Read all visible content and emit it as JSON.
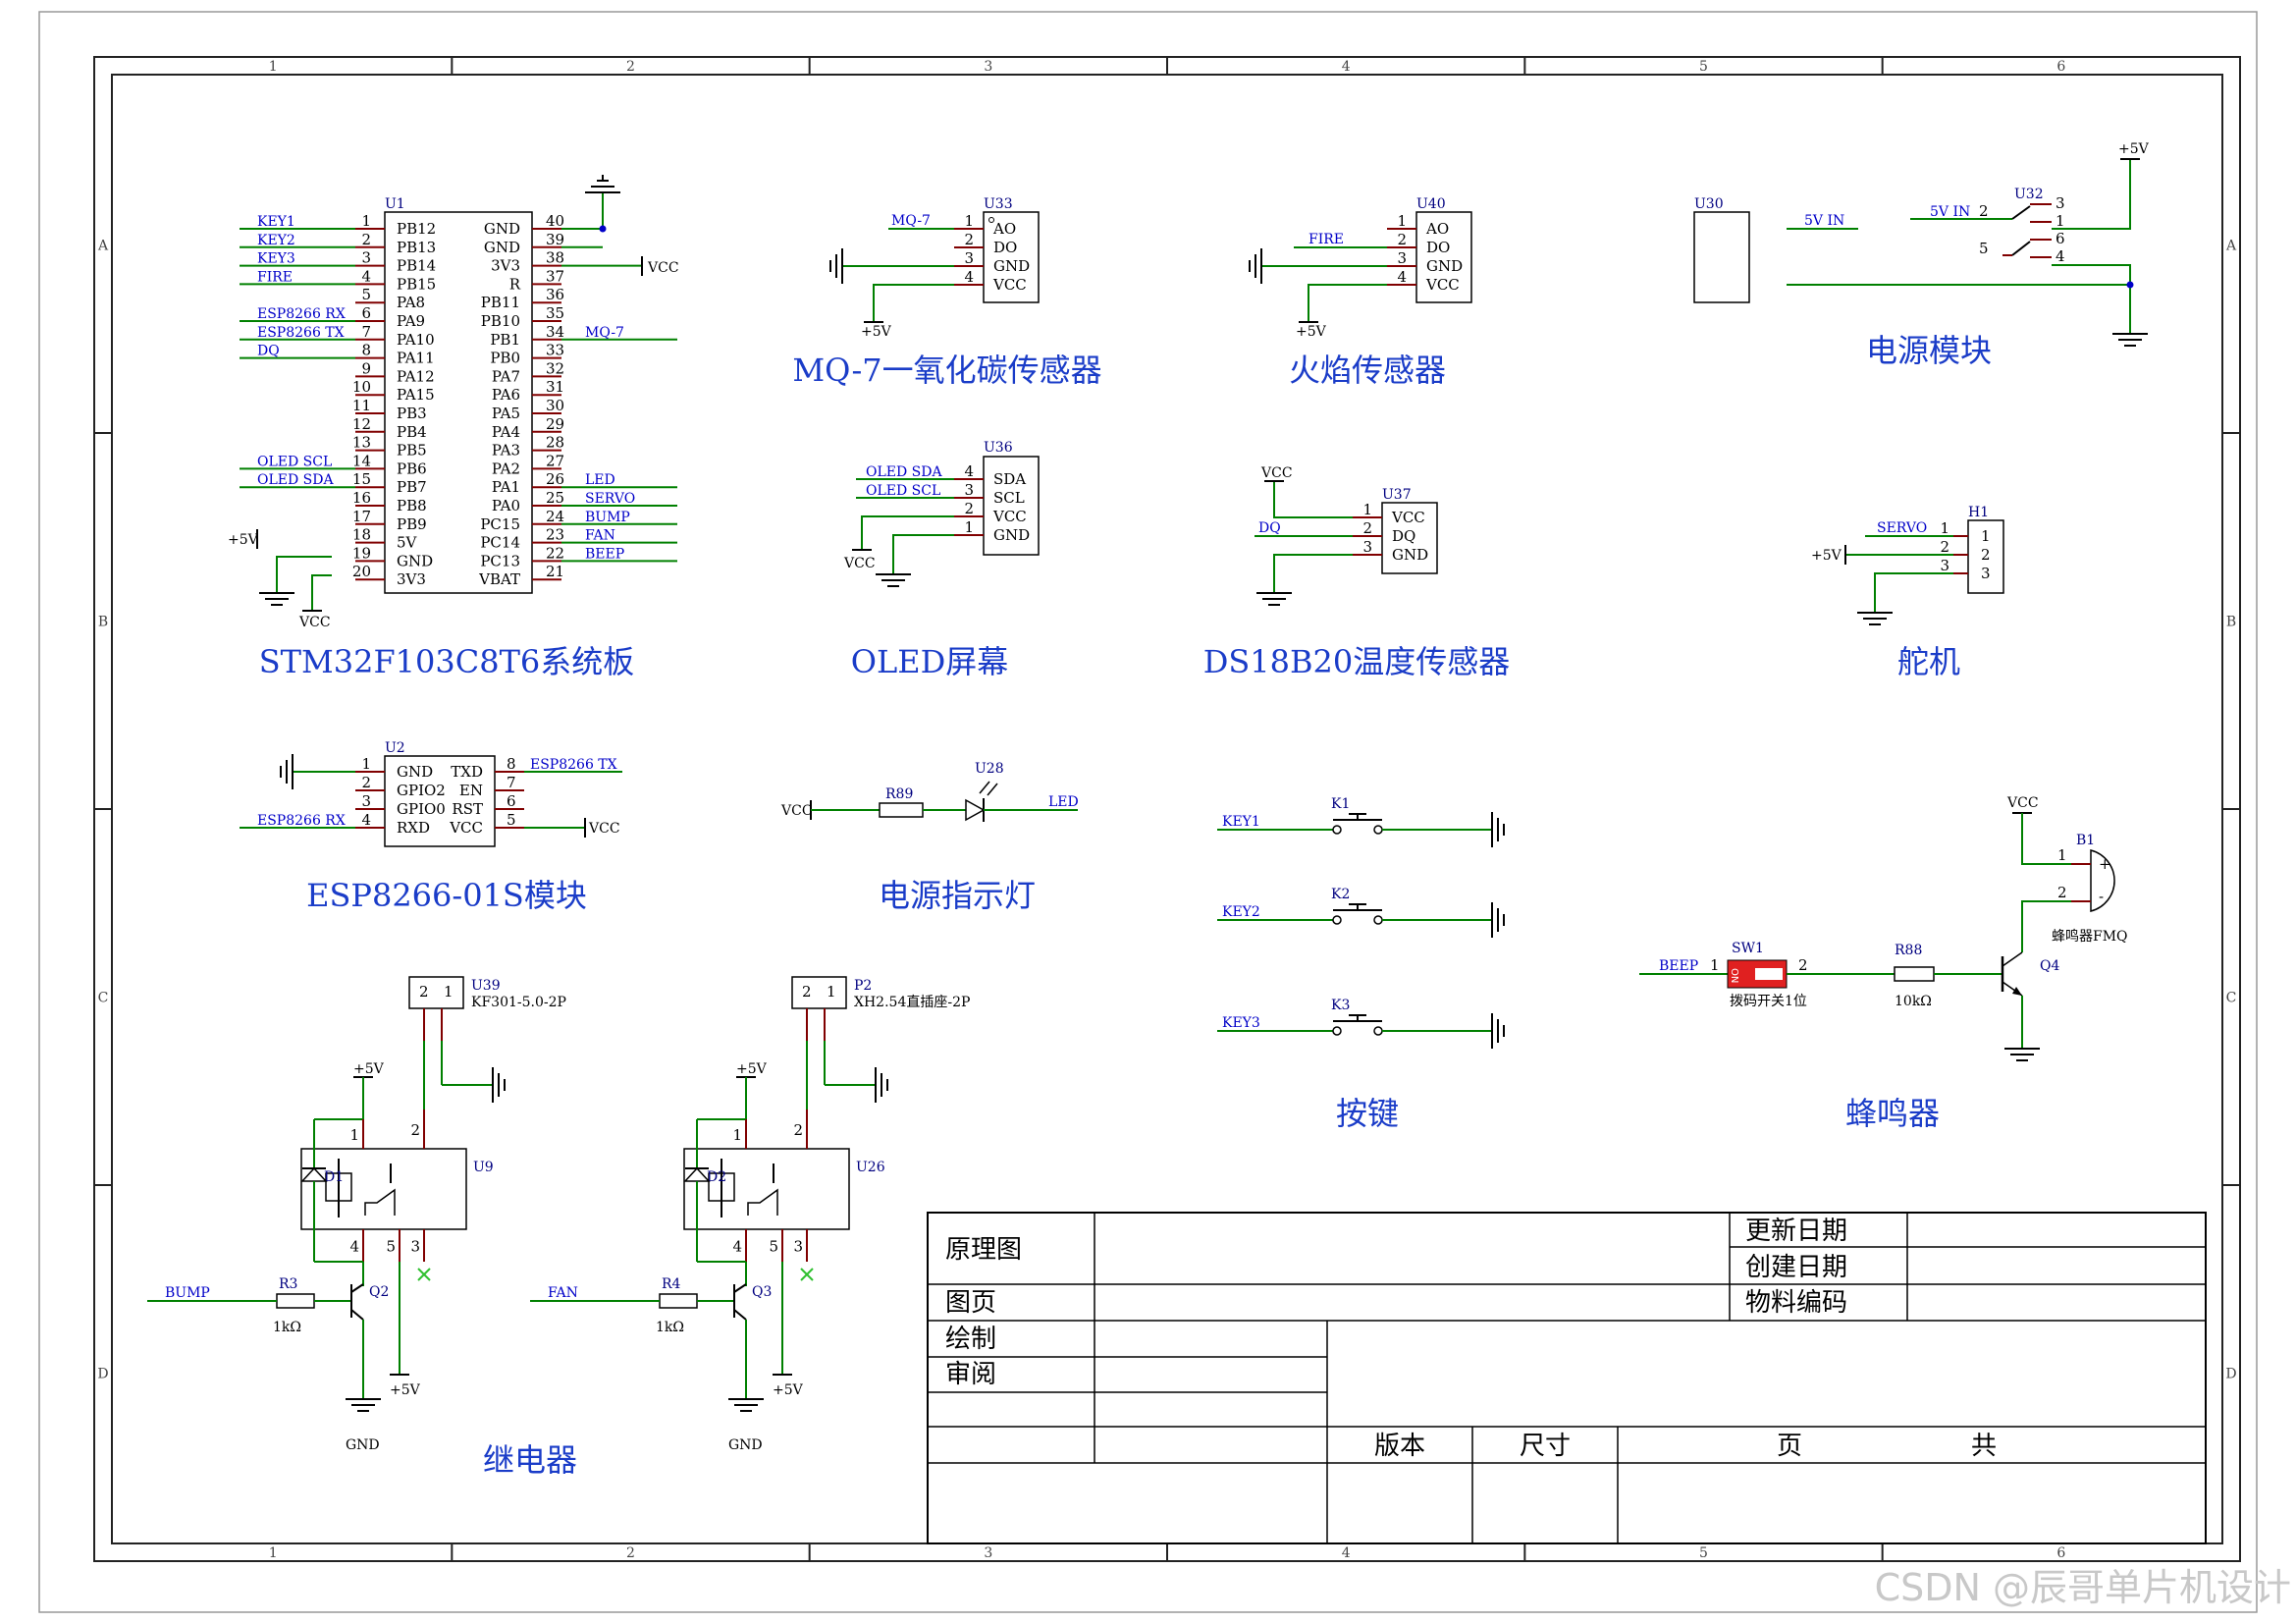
{
  "zones": {
    "columns": [
      "1",
      "2",
      "3",
      "4",
      "5",
      "6"
    ],
    "rows": [
      "A",
      "B",
      "C",
      "D"
    ]
  },
  "titles": {
    "stm32": "STM32F103C8T6系统板",
    "mq7": "MQ-7一氧化碳传感器",
    "fire": "火焰传感器",
    "power": "电源模块",
    "oled": "OLED屏幕",
    "ds18b20": "DS18B20温度传感器",
    "servo": "舵机",
    "esp": "ESP8266-01S模块",
    "led": "电源指示灯",
    "keys": "按键",
    "buzzer": "蜂鸣器",
    "relay": "继电器"
  },
  "u1": {
    "designator": "U1",
    "left_pins": [
      {
        "num": "1",
        "name": "PB12",
        "net": "KEY1"
      },
      {
        "num": "2",
        "name": "PB13",
        "net": "KEY2"
      },
      {
        "num": "3",
        "name": "PB14",
        "net": "KEY3"
      },
      {
        "num": "4",
        "name": "PB15",
        "net": "FIRE"
      },
      {
        "num": "5",
        "name": "PA8",
        "net": ""
      },
      {
        "num": "6",
        "name": "PA9",
        "net": "ESP8266 RX"
      },
      {
        "num": "7",
        "name": "PA10",
        "net": "ESP8266 TX"
      },
      {
        "num": "8",
        "name": "PA11",
        "net": "DQ"
      },
      {
        "num": "9",
        "name": "PA12",
        "net": ""
      },
      {
        "num": "10",
        "name": "PA15",
        "net": ""
      },
      {
        "num": "11",
        "name": "PB3",
        "net": ""
      },
      {
        "num": "12",
        "name": "PB4",
        "net": ""
      },
      {
        "num": "13",
        "name": "PB5",
        "net": ""
      },
      {
        "num": "14",
        "name": "PB6",
        "net": "OLED SCL"
      },
      {
        "num": "15",
        "name": "PB7",
        "net": "OLED SDA"
      },
      {
        "num": "16",
        "name": "PB8",
        "net": ""
      },
      {
        "num": "17",
        "name": "PB9",
        "net": ""
      },
      {
        "num": "18",
        "name": "5V",
        "net": "+5V"
      },
      {
        "num": "19",
        "name": "GND",
        "net": ""
      },
      {
        "num": "20",
        "name": "3V3",
        "net": ""
      }
    ],
    "right_pins": [
      {
        "num": "40",
        "name": "GND",
        "net": ""
      },
      {
        "num": "39",
        "name": "GND",
        "net": ""
      },
      {
        "num": "38",
        "name": "3V3",
        "net": "VCC"
      },
      {
        "num": "37",
        "name": "R",
        "net": ""
      },
      {
        "num": "36",
        "name": "PB11",
        "net": ""
      },
      {
        "num": "35",
        "name": "PB10",
        "net": ""
      },
      {
        "num": "34",
        "name": "PB1",
        "net": "MQ-7"
      },
      {
        "num": "33",
        "name": "PB0",
        "net": ""
      },
      {
        "num": "32",
        "name": "PA7",
        "net": ""
      },
      {
        "num": "31",
        "name": "PA6",
        "net": ""
      },
      {
        "num": "30",
        "name": "PA5",
        "net": ""
      },
      {
        "num": "29",
        "name": "PA4",
        "net": ""
      },
      {
        "num": "28",
        "name": "PA3",
        "net": ""
      },
      {
        "num": "27",
        "name": "PA2",
        "net": ""
      },
      {
        "num": "26",
        "name": "PA1",
        "net": "LED"
      },
      {
        "num": "25",
        "name": "PA0",
        "net": "SERVO"
      },
      {
        "num": "24",
        "name": "PC15",
        "net": "BUMP"
      },
      {
        "num": "23",
        "name": "PC14",
        "net": "FAN"
      },
      {
        "num": "22",
        "name": "PC13",
        "net": "BEEP"
      },
      {
        "num": "21",
        "name": "VBAT",
        "net": ""
      }
    ],
    "vcc_label": "VCC"
  },
  "u33": {
    "designator": "U33",
    "pins": [
      {
        "num": "1",
        "name": "AO"
      },
      {
        "num": "2",
        "name": "DO"
      },
      {
        "num": "3",
        "name": "GND"
      },
      {
        "num": "4",
        "name": "VCC"
      }
    ],
    "net": "MQ-7",
    "pwr": "+5V"
  },
  "u40": {
    "designator": "U40",
    "pins": [
      {
        "num": "1",
        "name": "AO"
      },
      {
        "num": "2",
        "name": "DO"
      },
      {
        "num": "3",
        "name": "GND"
      },
      {
        "num": "4",
        "name": "VCC"
      }
    ],
    "net": "FIRE",
    "pwr": "+5V"
  },
  "u30": {
    "designator": "U30",
    "net": "5V IN"
  },
  "u32": {
    "designator": "U32",
    "net": "5V IN",
    "pins": [
      "2",
      "3",
      "1",
      "5",
      "6",
      "4"
    ],
    "pwr": "+5V"
  },
  "u36": {
    "designator": "U36",
    "pins": [
      {
        "num": "4",
        "name": "SDA",
        "net": "OLED SDA"
      },
      {
        "num": "3",
        "name": "SCL",
        "net": "OLED SCL"
      },
      {
        "num": "2",
        "name": "VCC",
        "net": ""
      },
      {
        "num": "1",
        "name": "GND",
        "net": ""
      }
    ],
    "vcc": "VCC"
  },
  "u37": {
    "designator": "U37",
    "pins": [
      {
        "num": "1",
        "name": "VCC"
      },
      {
        "num": "2",
        "name": "DQ"
      },
      {
        "num": "3",
        "name": "GND"
      }
    ],
    "vcc": "VCC",
    "net": "DQ"
  },
  "h1": {
    "designator": "H1",
    "pins": [
      "1",
      "2",
      "3"
    ],
    "net": "SERVO",
    "pwr": "+5V"
  },
  "u2": {
    "designator": "U2",
    "left_pins": [
      {
        "num": "1",
        "name": "GND",
        "net": ""
      },
      {
        "num": "2",
        "name": "GPIO2",
        "net": ""
      },
      {
        "num": "3",
        "name": "GPIO0",
        "net": ""
      },
      {
        "num": "4",
        "name": "RXD",
        "net": "ESP8266 RX"
      }
    ],
    "right_pins": [
      {
        "num": "8",
        "name": "TXD",
        "net": "ESP8266 TX"
      },
      {
        "num": "7",
        "name": "EN",
        "net": ""
      },
      {
        "num": "6",
        "name": "RST",
        "net": ""
      },
      {
        "num": "5",
        "name": "VCC",
        "net": "VCC"
      }
    ]
  },
  "led_circuit": {
    "vcc": "VCC",
    "resistor": "R89",
    "led": "U28",
    "net": "LED"
  },
  "keys": [
    {
      "designator": "K1",
      "net": "KEY1"
    },
    {
      "designator": "K2",
      "net": "KEY2"
    },
    {
      "designator": "K3",
      "net": "KEY3"
    }
  ],
  "buzzer_circuit": {
    "vcc": "VCC",
    "buzzer": "B1",
    "buzzer_value": "蜂鸣器FMQ",
    "pin1": "1",
    "pin2": "2",
    "plus": "+",
    "minus": "-",
    "switch": "SW1",
    "switch_value": "拨码开关1位",
    "switch_on": "ON",
    "sw_pin1": "1",
    "sw_pin2": "2",
    "net": "BEEP",
    "resistor": "R88",
    "resistor_value": "10kΩ",
    "transistor": "Q4"
  },
  "relay1": {
    "connector": "U39",
    "connector_value": "KF301-5.0-2P",
    "cpin2": "2",
    "cpin1": "1",
    "relay": "U9",
    "diode": "D1",
    "resistor": "R3",
    "resistor_value": "1kΩ",
    "transistor": "Q2",
    "net": "BUMP",
    "pwr_top": "+5V",
    "pwr_bottom": "+5V",
    "gnd": "GND",
    "rpins": [
      "1",
      "2",
      "4",
      "5",
      "3"
    ]
  },
  "relay2": {
    "connector": "P2",
    "connector_value": "XH2.54直插座-2P",
    "cpin2": "2",
    "cpin1": "1",
    "relay": "U26",
    "diode": "D2",
    "resistor": "R4",
    "resistor_value": "1kΩ",
    "transistor": "Q3",
    "net": "FAN",
    "pwr_top": "+5V",
    "pwr_bottom": "+5V",
    "gnd": "GND",
    "rpins": [
      "1",
      "2",
      "4",
      "5",
      "3"
    ]
  },
  "title_block": {
    "schematic": "原理图",
    "update_date": "更新日期",
    "create_date": "创建日期",
    "page": "图页",
    "material_code": "物料编码",
    "drawn": "绘制",
    "review": "审阅",
    "version": "版本",
    "size": "尺寸",
    "sheet": "页",
    "total": "共"
  },
  "watermark": "CSDN @辰哥单片机设计",
  "colors": {
    "wire": "#008000",
    "pin": "#800000",
    "net": "#0000c8",
    "title": "#1a3cc8",
    "switch": "#e02020"
  }
}
